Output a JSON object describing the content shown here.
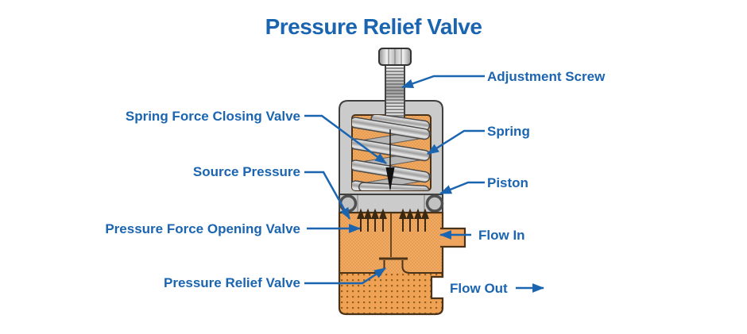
{
  "title": "Pressure Relief Valve",
  "labels": {
    "adjustment_screw": "Adjustment Screw",
    "spring": "Spring",
    "piston": "Piston",
    "flow_in": "Flow In",
    "flow_out": "Flow Out",
    "spring_force_closing_valve": "Spring Force Closing Valve",
    "source_pressure": "Source Pressure",
    "pressure_force_opening_valve": "Pressure Force Opening Valve",
    "pressure_relief_valve": "Pressure Relief Valve"
  },
  "icons": {
    "pointer_arrows": "blue-arrow-icon",
    "flow_direction_up": "black-up-arrow-icon",
    "spring_force_down": "black-down-arrow-icon"
  },
  "colors": {
    "accent_blue": "#1b65b0",
    "housing_gray": "#cbcbcb",
    "chamber_orange": "#f0a55e",
    "body_orange": "#f2aa62",
    "body_lower_orange": "#eda45c",
    "outline_brown": "#4a3318",
    "outline_gray": "#3f3f3f",
    "background": "#ffffff"
  }
}
